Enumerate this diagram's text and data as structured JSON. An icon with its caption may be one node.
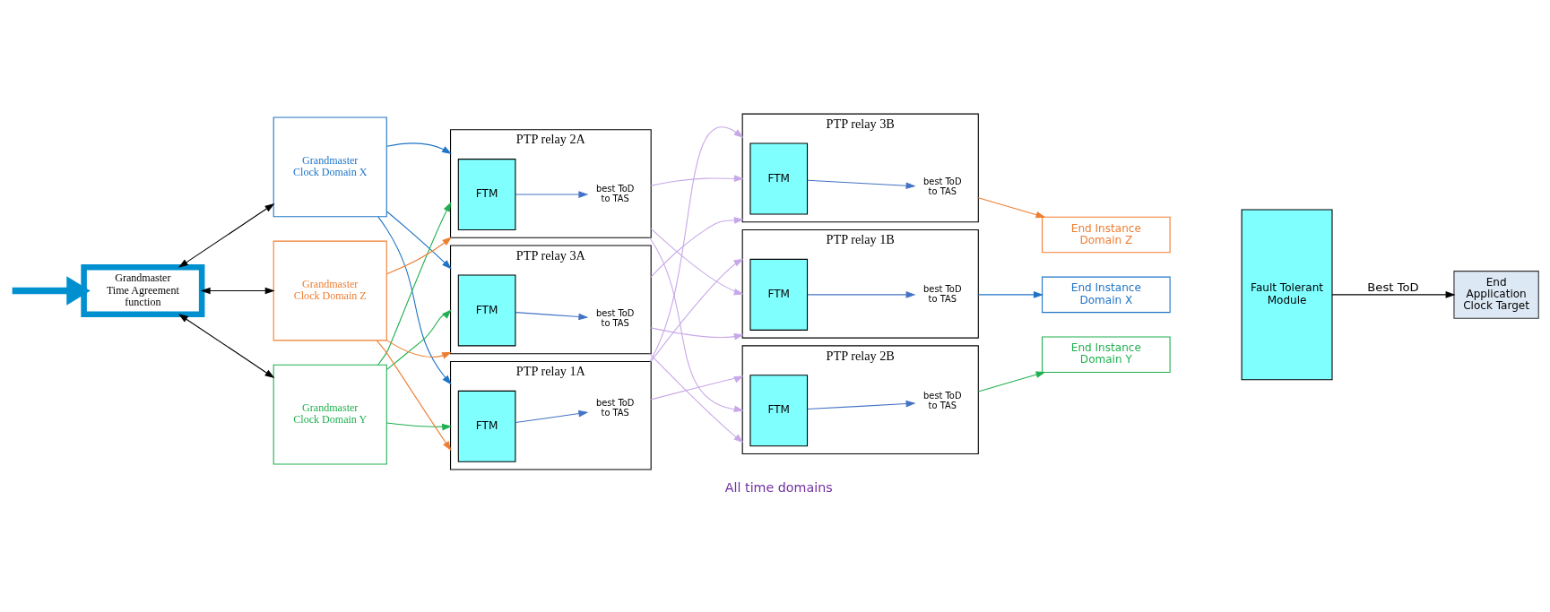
{
  "diagram": {
    "nodes": [
      {
        "text": [
          "Grandmaster Time Agreement function"
        ]
      },
      {
        "text": [
          "Grandmaster Clock Domain X"
        ]
      },
      {
        "text": [
          "Grandmaster Clock Domain Y"
        ]
      },
      {
        "text": [
          "Grandmaster Clock Domain Z"
        ]
      },
      {
        "text": [
          "PTP relay 1A"
        ]
      },
      {
        "text": [
          "FTM"
        ],
        "in": 4
      },
      {
        "text": [
          "best ToD to TAS"
        ],
        "in": 4
      },
      {
        "text": [
          "PTP relay 2A"
        ]
      },
      {
        "text": [
          "FTM"
        ],
        "in": 7
      },
      {
        "text": [
          "best ToD to TAS"
        ],
        "in": 7
      },
      {
        "text": [
          "PTP relay 3A"
        ]
      },
      {
        "text": [
          "FTM"
        ],
        "in": 10
      },
      {
        "text": [
          "best ToD to TAS"
        ],
        "in": 10
      },
      {
        "text": [
          "PTP relay 1B"
        ]
      },
      {
        "text": [
          "FTM"
        ],
        "in": 13
      },
      {
        "text": [
          "best ToD to TAS"
        ],
        "in": 13
      },
      {
        "text": [
          "PTP relay 2B"
        ]
      },
      {
        "text": [
          "FTM"
        ],
        "in": 16
      },
      {
        "text": [
          "best ToD to TAS"
        ],
        "in": 16
      },
      {
        "text": [
          "PTP relay 3B"
        ]
      },
      {
        "text": [
          "FTM"
        ],
        "in": 19
      },
      {
        "text": [
          "best ToD to TAS"
        ],
        "in": 19
      },
      {
        "text": [
          "End Instance Domain X"
        ]
      },
      {
        "text": [
          "End Instance Domain Y"
        ]
      },
      {
        "text": [
          "End Instance Domain Z"
        ]
      },
      {
        "text": [
          "Fault Tolerant Module"
        ]
      },
      {
        "text": [
          "End Application Clock Target"
        ]
      }
    ],
    "edges": [
      {
        "from": null,
        "to": 0,
        "arrow": "to",
        "style": "thick",
        "color": "#0090d0"
      },
      {
        "from": 0,
        "to": 1,
        "arrow": "both",
        "color": "#000000"
      },
      {
        "from": 0,
        "to": 2,
        "arrow": "both",
        "color": "#000000"
      },
      {
        "from": 0,
        "to": 3,
        "arrow": "both",
        "color": "#000000"
      },
      {
        "from": 1,
        "to": 4,
        "arrow": "to",
        "color": "#1f74c6"
      },
      {
        "from": 1,
        "to": 7,
        "arrow": "to",
        "color": "#1f74c6"
      },
      {
        "from": 1,
        "to": 10,
        "arrow": "to",
        "color": "#1f74c6"
      },
      {
        "from": 2,
        "to": 4,
        "arrow": "to",
        "color": "#1fb04f"
      },
      {
        "from": 2,
        "to": 7,
        "arrow": "to",
        "color": "#1fb04f"
      },
      {
        "from": 2,
        "to": 10,
        "arrow": "to",
        "color": "#1fb04f"
      },
      {
        "from": 3,
        "to": 4,
        "arrow": "to",
        "color": "#ee7d31"
      },
      {
        "from": 3,
        "to": 7,
        "arrow": "to",
        "color": "#ee7d31"
      },
      {
        "from": 3,
        "to": 10,
        "arrow": "to",
        "color": "#ee7d31"
      },
      {
        "from": 5,
        "to": 6,
        "arrow": "to",
        "color": "#4472c4"
      },
      {
        "from": 8,
        "to": 9,
        "arrow": "to",
        "color": "#4472c4"
      },
      {
        "from": 11,
        "to": 12,
        "arrow": "to",
        "color": "#4472c4"
      },
      {
        "from": 4,
        "to": 13,
        "arrow": "to"
      },
      {
        "from": 4,
        "to": 16,
        "arrow": "to"
      },
      {
        "from": 4,
        "to": 19,
        "arrow": "to"
      },
      {
        "from": 7,
        "to": 13,
        "arrow": "to"
      },
      {
        "from": 7,
        "to": 16,
        "arrow": "to"
      },
      {
        "from": 7,
        "to": 19,
        "arrow": "to"
      },
      {
        "from": 10,
        "to": 13,
        "arrow": "to"
      },
      {
        "from": 10,
        "to": 16,
        "arrow": "to"
      },
      {
        "from": 10,
        "to": 19,
        "arrow": "to"
      },
      {
        "from": 14,
        "to": 15,
        "arrow": "to",
        "color": "#4472c4"
      },
      {
        "from": 17,
        "to": 18,
        "arrow": "to",
        "color": "#4472c4"
      },
      {
        "from": 20,
        "to": 21,
        "arrow": "to",
        "color": "#4472c4"
      },
      {
        "from": 13,
        "to": 22,
        "arrow": "to",
        "color": "#1f74c6"
      },
      {
        "from": 16,
        "to": 23,
        "arrow": "to",
        "color": "#1fb04f"
      },
      {
        "from": 19,
        "to": 24,
        "arrow": "to",
        "color": "#ee7d31"
      },
      {
        "from": 25,
        "to": 26,
        "arrow": "to",
        "label": "Best ToD",
        "color": "#000000"
      }
    ],
    "labels": [
      "All time domains"
    ]
  }
}
